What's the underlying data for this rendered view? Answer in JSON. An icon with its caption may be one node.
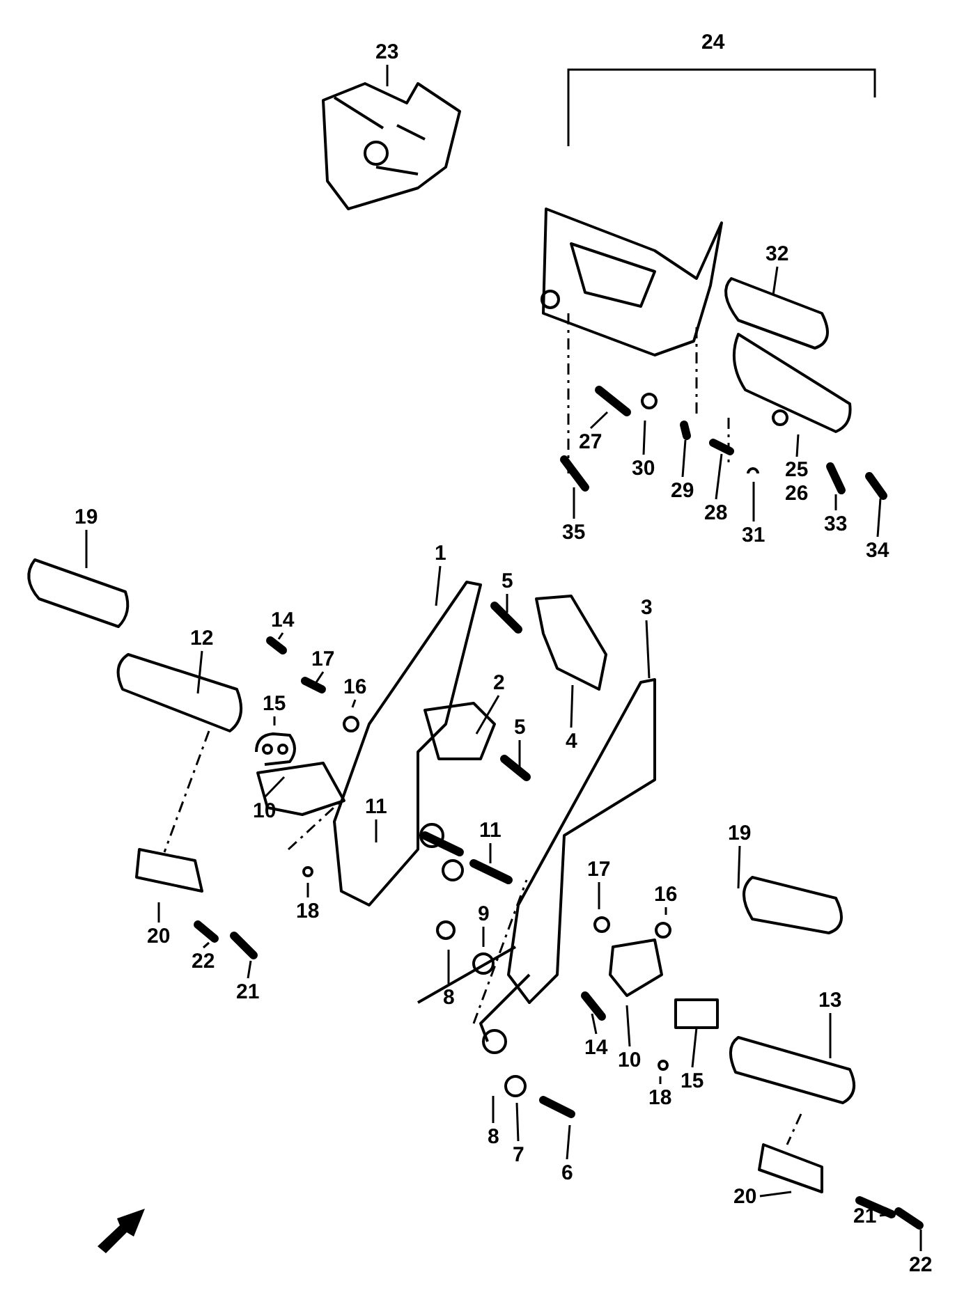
{
  "diagram": {
    "nodes": [
      {
        "text": [
          "23"
        ]
      },
      {
        "text": [
          "32"
        ]
      },
      {
        "text": [
          "27"
        ]
      },
      {
        "text": [
          "30"
        ]
      },
      {
        "text": [
          "29"
        ]
      },
      {
        "text": [
          "28"
        ]
      },
      {
        "text": [
          "25",
          "26"
        ]
      },
      {
        "text": [
          "31"
        ]
      },
      {
        "text": [
          "33"
        ]
      },
      {
        "text": [
          "34"
        ]
      },
      {
        "text": [
          "35"
        ]
      },
      {
        "text": [
          "19"
        ]
      },
      {
        "text": [
          "1"
        ]
      },
      {
        "text": [
          "5"
        ]
      },
      {
        "text": [
          "3"
        ]
      },
      {
        "text": [
          "14"
        ]
      },
      {
        "text": [
          "12"
        ]
      },
      {
        "text": [
          "17"
        ]
      },
      {
        "text": [
          "16"
        ]
      },
      {
        "text": [
          "15"
        ]
      },
      {
        "text": [
          "2"
        ]
      },
      {
        "text": [
          "5"
        ]
      },
      {
        "text": [
          "4"
        ]
      },
      {
        "text": [
          "10"
        ]
      },
      {
        "text": [
          "11"
        ]
      },
      {
        "text": [
          "11"
        ]
      },
      {
        "text": [
          "19"
        ]
      },
      {
        "text": [
          "17"
        ]
      },
      {
        "text": [
          "16"
        ]
      },
      {
        "text": [
          "18"
        ]
      },
      {
        "text": [
          "9"
        ]
      },
      {
        "text": [
          "20"
        ]
      },
      {
        "text": [
          "22"
        ]
      },
      {
        "text": [
          "21"
        ]
      },
      {
        "text": [
          "8"
        ]
      },
      {
        "text": [
          "13"
        ]
      },
      {
        "text": [
          "14"
        ]
      },
      {
        "text": [
          "10"
        ]
      },
      {
        "text": [
          "15"
        ]
      },
      {
        "text": [
          "18"
        ]
      },
      {
        "text": [
          "8"
        ]
      },
      {
        "text": [
          "7"
        ]
      },
      {
        "text": [
          "6"
        ]
      },
      {
        "text": [
          "20"
        ]
      },
      {
        "text": [
          "21"
        ]
      },
      {
        "text": [
          "22"
        ]
      }
    ],
    "edges": [
      {
        "from": 0,
        "to": null,
        "arrow": "none"
      },
      {
        "from": 1,
        "to": null,
        "arrow": "none"
      },
      {
        "from": 2,
        "to": null,
        "arrow": "none"
      },
      {
        "from": 3,
        "to": null,
        "arrow": "none"
      },
      {
        "from": 4,
        "to": null,
        "arrow": "none"
      },
      {
        "from": 5,
        "to": null,
        "arrow": "none"
      },
      {
        "from": 6,
        "to": null,
        "arrow": "none"
      },
      {
        "from": 7,
        "to": null,
        "arrow": "none"
      },
      {
        "from": 8,
        "to": null,
        "arrow": "none"
      },
      {
        "from": 9,
        "to": null,
        "arrow": "none"
      },
      {
        "from": 10,
        "to": null,
        "arrow": "none"
      },
      {
        "from": 11,
        "to": null,
        "arrow": "none"
      },
      {
        "from": 12,
        "to": null,
        "arrow": "none"
      },
      {
        "from": 13,
        "to": null,
        "arrow": "none"
      },
      {
        "from": 14,
        "to": null,
        "arrow": "none"
      },
      {
        "from": 15,
        "to": null,
        "arrow": "none"
      },
      {
        "from": 16,
        "to": null,
        "arrow": "none"
      },
      {
        "from": 17,
        "to": null,
        "arrow": "none"
      },
      {
        "from": 18,
        "to": null,
        "arrow": "none"
      },
      {
        "from": 19,
        "to": null,
        "arrow": "none"
      },
      {
        "from": 20,
        "to": null,
        "arrow": "none"
      },
      {
        "from": 21,
        "to": null,
        "arrow": "none"
      },
      {
        "from": 22,
        "to": null,
        "arrow": "none"
      },
      {
        "from": 23,
        "to": null,
        "arrow": "none"
      },
      {
        "from": 24,
        "to": null,
        "arrow": "none"
      },
      {
        "from": 25,
        "to": null,
        "arrow": "none"
      },
      {
        "from": 26,
        "to": null,
        "arrow": "none"
      },
      {
        "from": 27,
        "to": null,
        "arrow": "none"
      },
      {
        "from": 28,
        "to": null,
        "arrow": "none"
      },
      {
        "from": 29,
        "to": null,
        "arrow": "none"
      },
      {
        "from": 30,
        "to": null,
        "arrow": "none"
      },
      {
        "from": 31,
        "to": null,
        "arrow": "none"
      },
      {
        "from": 32,
        "to": null,
        "arrow": "none"
      },
      {
        "from": 33,
        "to": null,
        "arrow": "none"
      },
      {
        "from": 34,
        "to": null,
        "arrow": "none"
      },
      {
        "from": 35,
        "to": null,
        "arrow": "none"
      },
      {
        "from": 36,
        "to": null,
        "arrow": "none"
      },
      {
        "from": 37,
        "to": null,
        "arrow": "none"
      },
      {
        "from": 38,
        "to": null,
        "arrow": "none"
      },
      {
        "from": 39,
        "to": null,
        "arrow": "none"
      },
      {
        "from": 40,
        "to": null,
        "arrow": "none"
      },
      {
        "from": 41,
        "to": null,
        "arrow": "none"
      },
      {
        "from": 42,
        "to": null,
        "arrow": "none"
      },
      {
        "from": 43,
        "to": null,
        "arrow": "none"
      },
      {
        "from": 44,
        "to": null,
        "arrow": "none"
      },
      {
        "from": 45,
        "to": null,
        "arrow": "none"
      }
    ],
    "labels": [
      "24"
    ]
  }
}
